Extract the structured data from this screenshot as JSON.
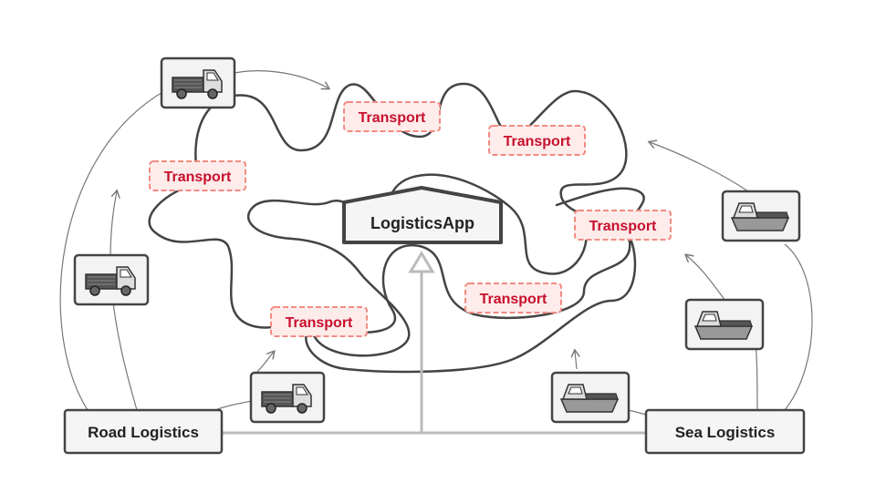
{
  "app": {
    "label": "LogisticsApp"
  },
  "subclasses": [
    {
      "id": "road",
      "label": "Road Logistics",
      "vehicle": "truck-icon"
    },
    {
      "id": "sea",
      "label": "Sea Logistics",
      "vehicle": "ship-icon"
    }
  ],
  "transport_label": "Transport",
  "transports": [
    {
      "id": "t1",
      "label": "Transport"
    },
    {
      "id": "t2",
      "label": "Transport"
    },
    {
      "id": "t3",
      "label": "Transport"
    },
    {
      "id": "t4",
      "label": "Transport"
    },
    {
      "id": "t5",
      "label": "Transport"
    },
    {
      "id": "t6",
      "label": "Transport"
    }
  ],
  "colors": {
    "transport_text": "#c8102e",
    "transport_border": "#f28b82",
    "transport_fill": "#fdecea",
    "box_border": "#444444",
    "box_fill": "#f5f5f5",
    "connector": "#bbbbbb",
    "arrow": "#777777"
  }
}
